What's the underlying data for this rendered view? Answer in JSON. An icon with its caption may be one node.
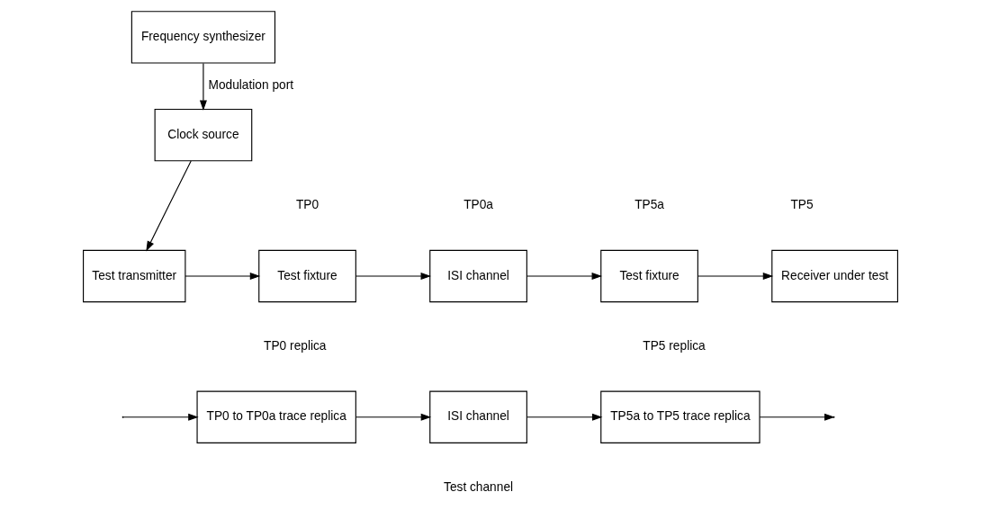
{
  "diagram": {
    "nodes": [
      {
        "text": [
          "Frequency synthesizer"
        ]
      },
      {
        "text": [
          "Clock source"
        ]
      },
      {
        "text": [
          "Test transmitter"
        ]
      },
      {
        "text": [
          "Test fixture"
        ]
      },
      {
        "text": [
          "ISI channel"
        ]
      },
      {
        "text": [
          "Test fixture"
        ]
      },
      {
        "text": [
          "Receiver under test"
        ]
      },
      {
        "text": [
          "TP0 to TP0a trace replica"
        ]
      },
      {
        "text": [
          "ISI channel"
        ]
      },
      {
        "text": [
          "TP5a to TP5 trace replica"
        ]
      }
    ],
    "edges": [
      {
        "from": 0,
        "to": 1,
        "arrow": "to",
        "label": "Modulation port"
      },
      {
        "from": 1,
        "to": 2,
        "arrow": "to"
      },
      {
        "from": 2,
        "to": 3,
        "arrow": "to"
      },
      {
        "from": 3,
        "to": 4,
        "arrow": "to"
      },
      {
        "from": 4,
        "to": 5,
        "arrow": "to"
      },
      {
        "from": 5,
        "to": 6,
        "arrow": "to"
      },
      {
        "from": null,
        "to": 7,
        "arrow": "to"
      },
      {
        "from": 7,
        "to": 8,
        "arrow": "to"
      },
      {
        "from": 8,
        "to": 9,
        "arrow": "to"
      },
      {
        "from": 9,
        "to": null,
        "arrow": "to"
      }
    ],
    "labels": [
      "TP0",
      "TP0a",
      "TP5a",
      "TP5",
      "TP0 replica",
      "TP5 replica",
      "Test channel"
    ]
  }
}
